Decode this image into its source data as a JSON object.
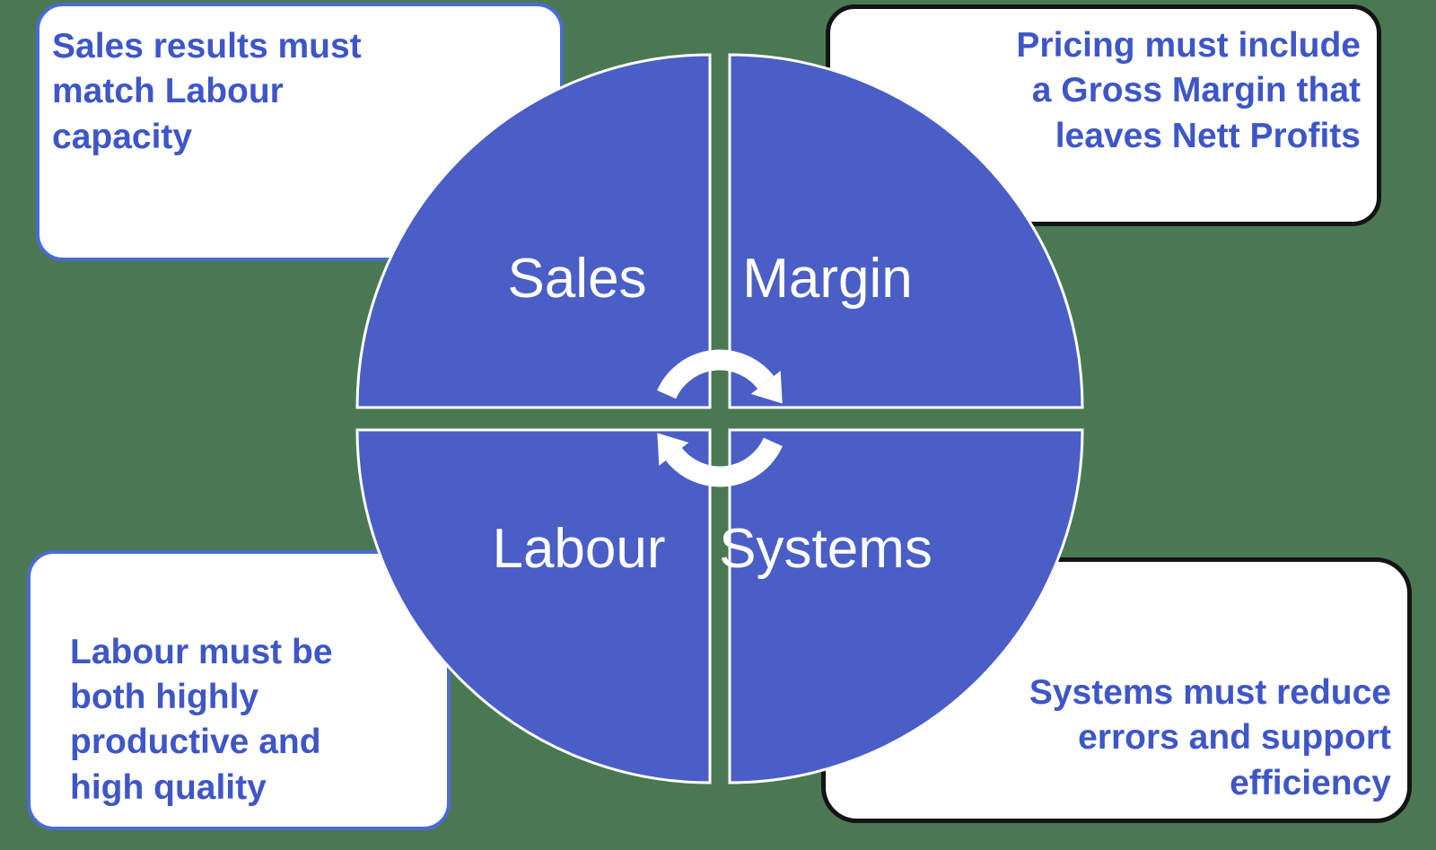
{
  "colors": {
    "background": "#4A7852",
    "quadrant_fill": "#4A5EC6",
    "quadrant_stroke": "#FFFFFF",
    "callout_text": "#3E56C6",
    "callout_border_left": "#4A6BD4",
    "callout_border_right": "#141414",
    "label_text": "#FFFFFF"
  },
  "diagram": {
    "type": "cycle-matrix",
    "quadrants": [
      {
        "id": "sales",
        "label": "Sales"
      },
      {
        "id": "margin",
        "label": "Margin"
      },
      {
        "id": "labour",
        "label": "Labour"
      },
      {
        "id": "systems",
        "label": "Systems"
      }
    ],
    "center_icon": "cycle-arrows-icon",
    "callouts": [
      {
        "position": "top-left",
        "align": "left",
        "lines": [
          "Sales results must",
          "match Labour",
          "capacity"
        ]
      },
      {
        "position": "top-right",
        "align": "right",
        "lines": [
          "Pricing must include",
          "a Gross Margin that",
          "leaves Nett Profits"
        ]
      },
      {
        "position": "bottom-left",
        "align": "left",
        "lines": [
          "Labour must be",
          "both highly",
          "productive and",
          "high quality"
        ]
      },
      {
        "position": "bottom-right",
        "align": "right",
        "lines": [
          "Systems must reduce",
          "errors and support",
          "efficiency"
        ]
      }
    ]
  }
}
